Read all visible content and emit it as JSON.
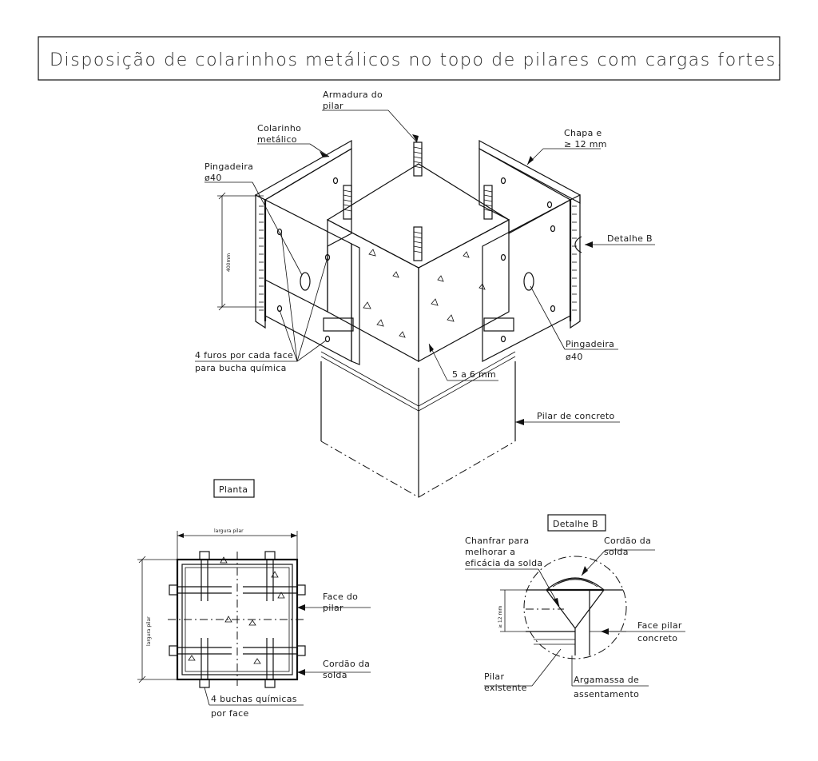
{
  "title": "Disposição de colarinhos metálicos no topo de pilares com cargas fortes.",
  "iso": {
    "armadura": [
      "Armadura do",
      "pilar"
    ],
    "colarinho": [
      "Colarinho",
      "metálico"
    ],
    "chapa": [
      "Chapa e",
      "≥ 12 mm"
    ],
    "pingadeira_left": [
      "Pingadeira",
      "ø40"
    ],
    "detalhe_b": "Detalhe B",
    "height_dim": "400mm",
    "furos": [
      "4 furos por cada face",
      "para bucha química"
    ],
    "pingadeira_right": [
      "Pingadeira",
      "ø40"
    ],
    "gap": "5 a 6 mm",
    "pilar_concreto": "Pilar de concreto"
  },
  "planta": {
    "tag": "Planta",
    "largura_top": "largura pilar",
    "largura_left": "largura pilar",
    "face": [
      "Face do",
      "pilar"
    ],
    "cordao": [
      "Cordão da",
      "solda"
    ],
    "buchas": [
      "4 buchas químicas",
      "por face"
    ]
  },
  "detalhe": {
    "tag": "Detalhe B",
    "chanfrar": [
      "Chanfrar para",
      "melhorar a",
      "eficácia da solda"
    ],
    "cordao": [
      "Cordão da",
      "solda"
    ],
    "dim": "≥ 12 mm",
    "face": [
      "Face pilar",
      "concreto"
    ],
    "pilar": [
      "Pilar",
      "existente"
    ],
    "argamassa": [
      "Argamassa de",
      "assentamento"
    ]
  }
}
